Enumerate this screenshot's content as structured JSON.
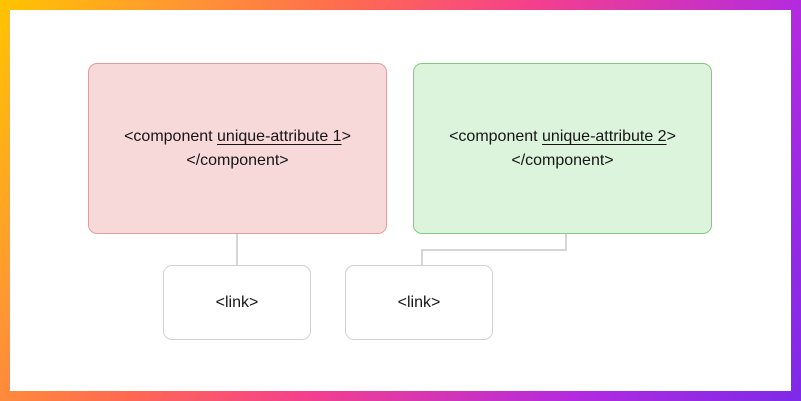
{
  "colors": {
    "frame_gradient": [
      "#ffc400",
      "#ff9633",
      "#ff6a50",
      "#f43f8e",
      "#b32ae0",
      "#7d2ae8"
    ],
    "canvas_background": "#ffffff",
    "component1_fill": "#f7d9d9",
    "component1_border": "#df9e9e",
    "component2_fill": "#dcf3dc",
    "component2_border": "#82c982",
    "link_fill": "#ffffff",
    "link_border": "#d2d2d2",
    "connector": "#c8c8c8",
    "text": "#161616"
  },
  "nodes": {
    "component1": {
      "open_prefix": "<component ",
      "attribute": "unique-attribute 1",
      "open_suffix": ">",
      "close_tag": "</component>"
    },
    "component2": {
      "open_prefix": "<component ",
      "attribute": "unique-attribute 2",
      "open_suffix": ">",
      "close_tag": "</component>"
    },
    "link1": {
      "label": "<link>"
    },
    "link2": {
      "label": "<link>"
    }
  }
}
